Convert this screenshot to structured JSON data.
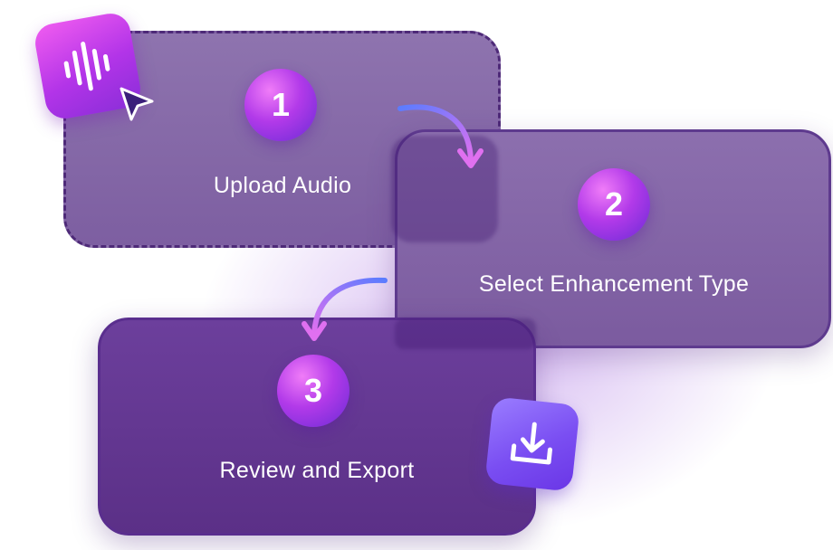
{
  "steps": [
    {
      "number": "1",
      "label": "Upload Audio"
    },
    {
      "number": "2",
      "label": "Select Enhancement Type"
    },
    {
      "number": "3",
      "label": "Review and Export"
    }
  ],
  "icons": {
    "audio_tile": "audio-wave-icon",
    "cursor": "cursor-pointer-icon",
    "download_tile": "download-icon",
    "connector": "curved-arrow-icon"
  },
  "colors": {
    "badge_light": "#f07cf8",
    "badge_mid": "#b23ae9",
    "badge_dark": "#6a2bd6",
    "card_1": "#866caa",
    "card_2": "#8c6fae",
    "card_3": "#6c3f9c",
    "border_dark": "#4e2a78",
    "cursor": "#3b1f7a",
    "arrow_start": "#5b7cff",
    "arrow_end": "#e070f0"
  }
}
